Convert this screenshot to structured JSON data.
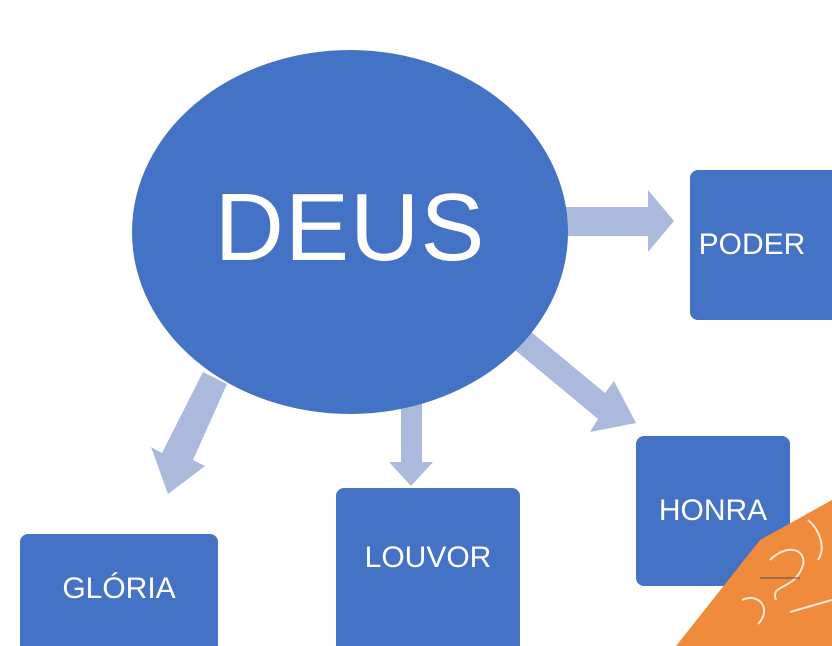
{
  "center": {
    "label": "DEUS"
  },
  "nodes": {
    "poder": {
      "label": "PODER"
    },
    "honra": {
      "label": "HONRA"
    },
    "louvor": {
      "label": "LOUVOR"
    },
    "gloria": {
      "label": "GLÓRIA"
    }
  },
  "colors": {
    "shape_fill": "#4472c4",
    "arrow_fill": "#aab9dc",
    "decor_orange": "#f08a3c",
    "text": "#ffffff"
  }
}
